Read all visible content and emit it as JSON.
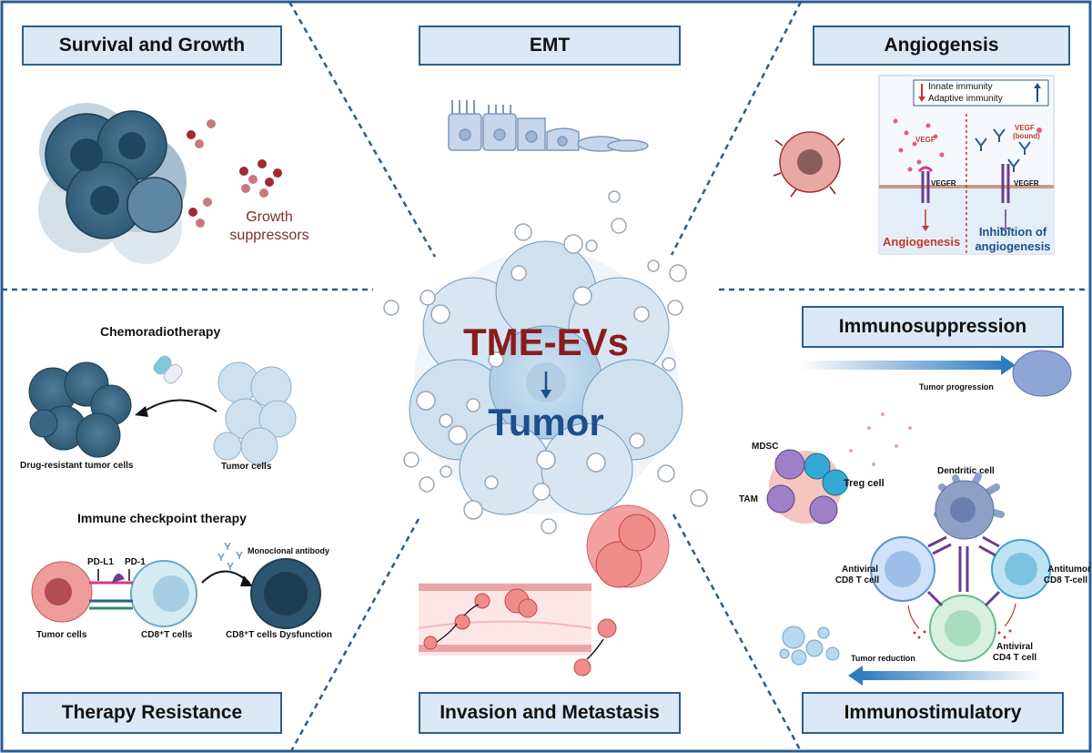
{
  "panels": {
    "survival_growth": "Survival and Growth",
    "emt": "EMT",
    "angiogenesis": "Angiogensis",
    "immunosuppression": "Immunosuppression",
    "therapy_resistance": "Therapy Resistance",
    "invasion_metastasis": "Invasion and Metastasis",
    "immunostimulatory": "Immunostimulatory"
  },
  "center": {
    "top": "TME-EVs",
    "bottom": "Tumor"
  },
  "survival": {
    "growth_line1": "Growth",
    "growth_line2": "suppressors"
  },
  "angio": {
    "innate": "Innate immunity",
    "adaptive": "Adaptive immunity",
    "vegf": "VEGF",
    "vegf_bound_1": "VEGF",
    "vegf_bound_2": "(bound)",
    "vegfr_left": "VEGFR",
    "vegfr_right": "VEGFR",
    "angiogenesis": "Angiogenesis",
    "inhibition_1": "Inhibition of",
    "inhibition_2": "angiogenesis"
  },
  "therapy": {
    "chemo": "Chemoradiotherapy",
    "drug_resistant": "Drug-resistant tumor cells",
    "tumor_cells_top": "Tumor cells",
    "checkpoint": "Immune checkpoint therapy",
    "pdl1": "PD-L1",
    "pd1": "PD-1",
    "mab": "Monoclonal antibody",
    "tumor_cells_bottom": "Tumor cells",
    "cd8": "CD8⁺T cells",
    "cd8_dys": "CD8⁺T cells Dysfunction"
  },
  "immuno": {
    "progression": "Tumor progression",
    "mdsc": "MDSC",
    "treg": "Treg cell",
    "tam": "TAM",
    "dendritic": "Dendritic cell",
    "antiviral_cd8_1": "Antiviral",
    "antiviral_cd8_2": "CD8 T cell",
    "antitumor_1": "Antitumor",
    "antitumor_2": "CD8 T-cell",
    "antiviral_cd4_1": "Antiviral",
    "antiviral_cd4_2": "CD4 T cell",
    "reduction": "Tumor reduction"
  },
  "colors": {
    "accent": "#2b5d8c",
    "box_fill": "#dbe9f7",
    "tme_red": "#8b1c1c",
    "tumor_blue": "#1f4e8c"
  }
}
